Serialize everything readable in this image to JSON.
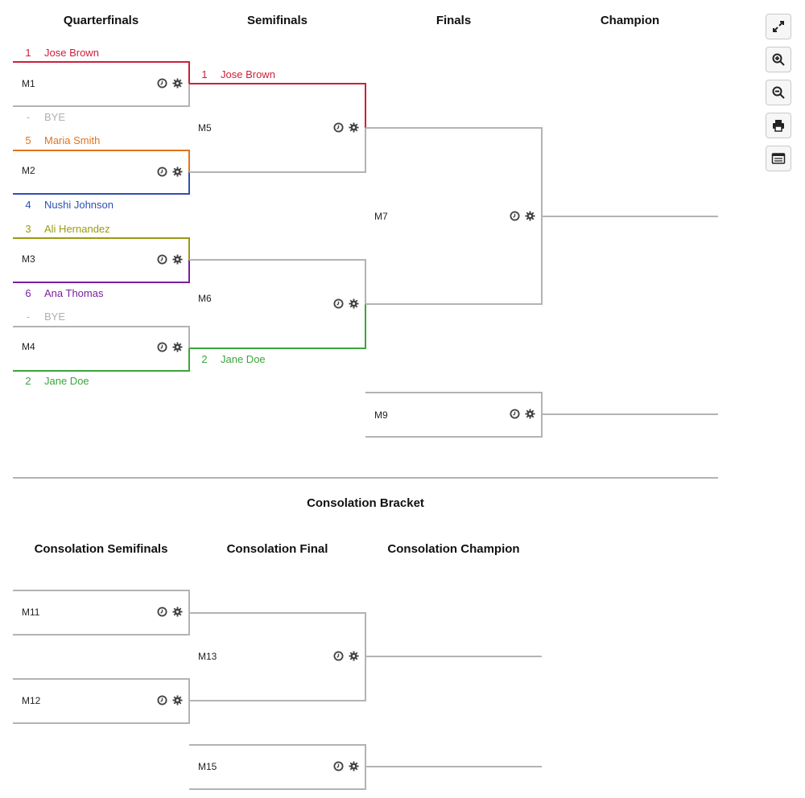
{
  "headers": {
    "quarterfinals": "Quarterfinals",
    "semifinals": "Semifinals",
    "finals": "Finals",
    "champion": "Champion",
    "consolation_bracket": "Consolation Bracket",
    "consolation_semifinals": "Consolation Semifinals",
    "consolation_final": "Consolation Final",
    "consolation_champion": "Consolation Champion"
  },
  "colors": {
    "line": "#b3b3b3",
    "bye": "#b0b0b0",
    "jose_brown": "#cc1f3a",
    "maria_smith": "#e0731d",
    "nushi_johnson": "#2f4fb5",
    "ali_hernandez": "#9a9a12",
    "ana_thomas": "#7a1fa0",
    "jane_doe": "#3aa53a"
  },
  "matches": {
    "m1": {
      "label": "M1",
      "top_seed": "1",
      "top_name": "Jose Brown",
      "bottom_seed": "-",
      "bottom_name": "BYE"
    },
    "m2": {
      "label": "M2",
      "top_seed": "5",
      "top_name": "Maria Smith",
      "bottom_seed": "4",
      "bottom_name": "Nushi Johnson"
    },
    "m3": {
      "label": "M3",
      "top_seed": "3",
      "top_name": "Ali Hernandez",
      "bottom_seed": "6",
      "bottom_name": "Ana Thomas"
    },
    "m4": {
      "label": "M4",
      "top_seed": "-",
      "top_name": "BYE",
      "bottom_seed": "2",
      "bottom_name": "Jane Doe"
    },
    "m5": {
      "label": "M5",
      "top_seed": "1",
      "top_name": "Jose Brown"
    },
    "m6": {
      "label": "M6",
      "bottom_seed": "2",
      "bottom_name": "Jane Doe"
    },
    "m7": {
      "label": "M7"
    },
    "m9": {
      "label": "M9"
    },
    "m11": {
      "label": "M11"
    },
    "m12": {
      "label": "M12"
    },
    "m13": {
      "label": "M13"
    },
    "m15": {
      "label": "M15"
    }
  },
  "icons": {
    "match_icons": [
      "clock-icon",
      "gear-icon"
    ],
    "toolbar": [
      "fullscreen-icon",
      "zoom-in-icon",
      "zoom-out-icon",
      "print-icon",
      "list-view-icon"
    ]
  }
}
